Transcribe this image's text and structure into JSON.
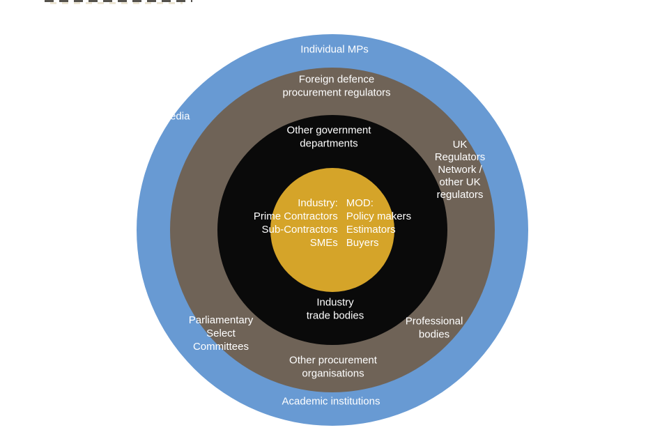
{
  "colors": {
    "background": "#FFFFFF",
    "outer_ring": "#689AD3",
    "middle_ring": "#6F6357",
    "inner_ring": "#0A0A0A",
    "center_circle": "#D5A429",
    "label_text": "#FFFFFF",
    "cropped_top_text_fragment": "#37342D"
  },
  "diagram": {
    "type": "concentric-stakeholder-map",
    "center": {
      "industry_column": "Industry:\nPrime Contractors\nSub-Contractors\nSMEs",
      "mod_column": "MOD:\nPolicy makers\nEstimators\nBuyers"
    },
    "inner_ring_labels": {
      "other_government_departments": "Other government\ndepartments",
      "industry_trade_bodies": "Industry\ntrade bodies"
    },
    "middle_ring_labels": {
      "foreign_defence_procurement_regulators": "Foreign defence\nprocurement regulators",
      "uk_regulators_network": "UK\nRegulators\nNetwork /\nother UK\nregulators",
      "parliamentary_select_committees": "Parliamentary\nSelect\nCommittees",
      "professional_bodies": "Professional\nbodies",
      "other_procurement_organisations": "Other procurement\norganisations"
    },
    "outer_ring_labels": {
      "individual_mps": "Individual MPs",
      "media": "Media",
      "academic_institutions": "Academic institutions"
    }
  }
}
